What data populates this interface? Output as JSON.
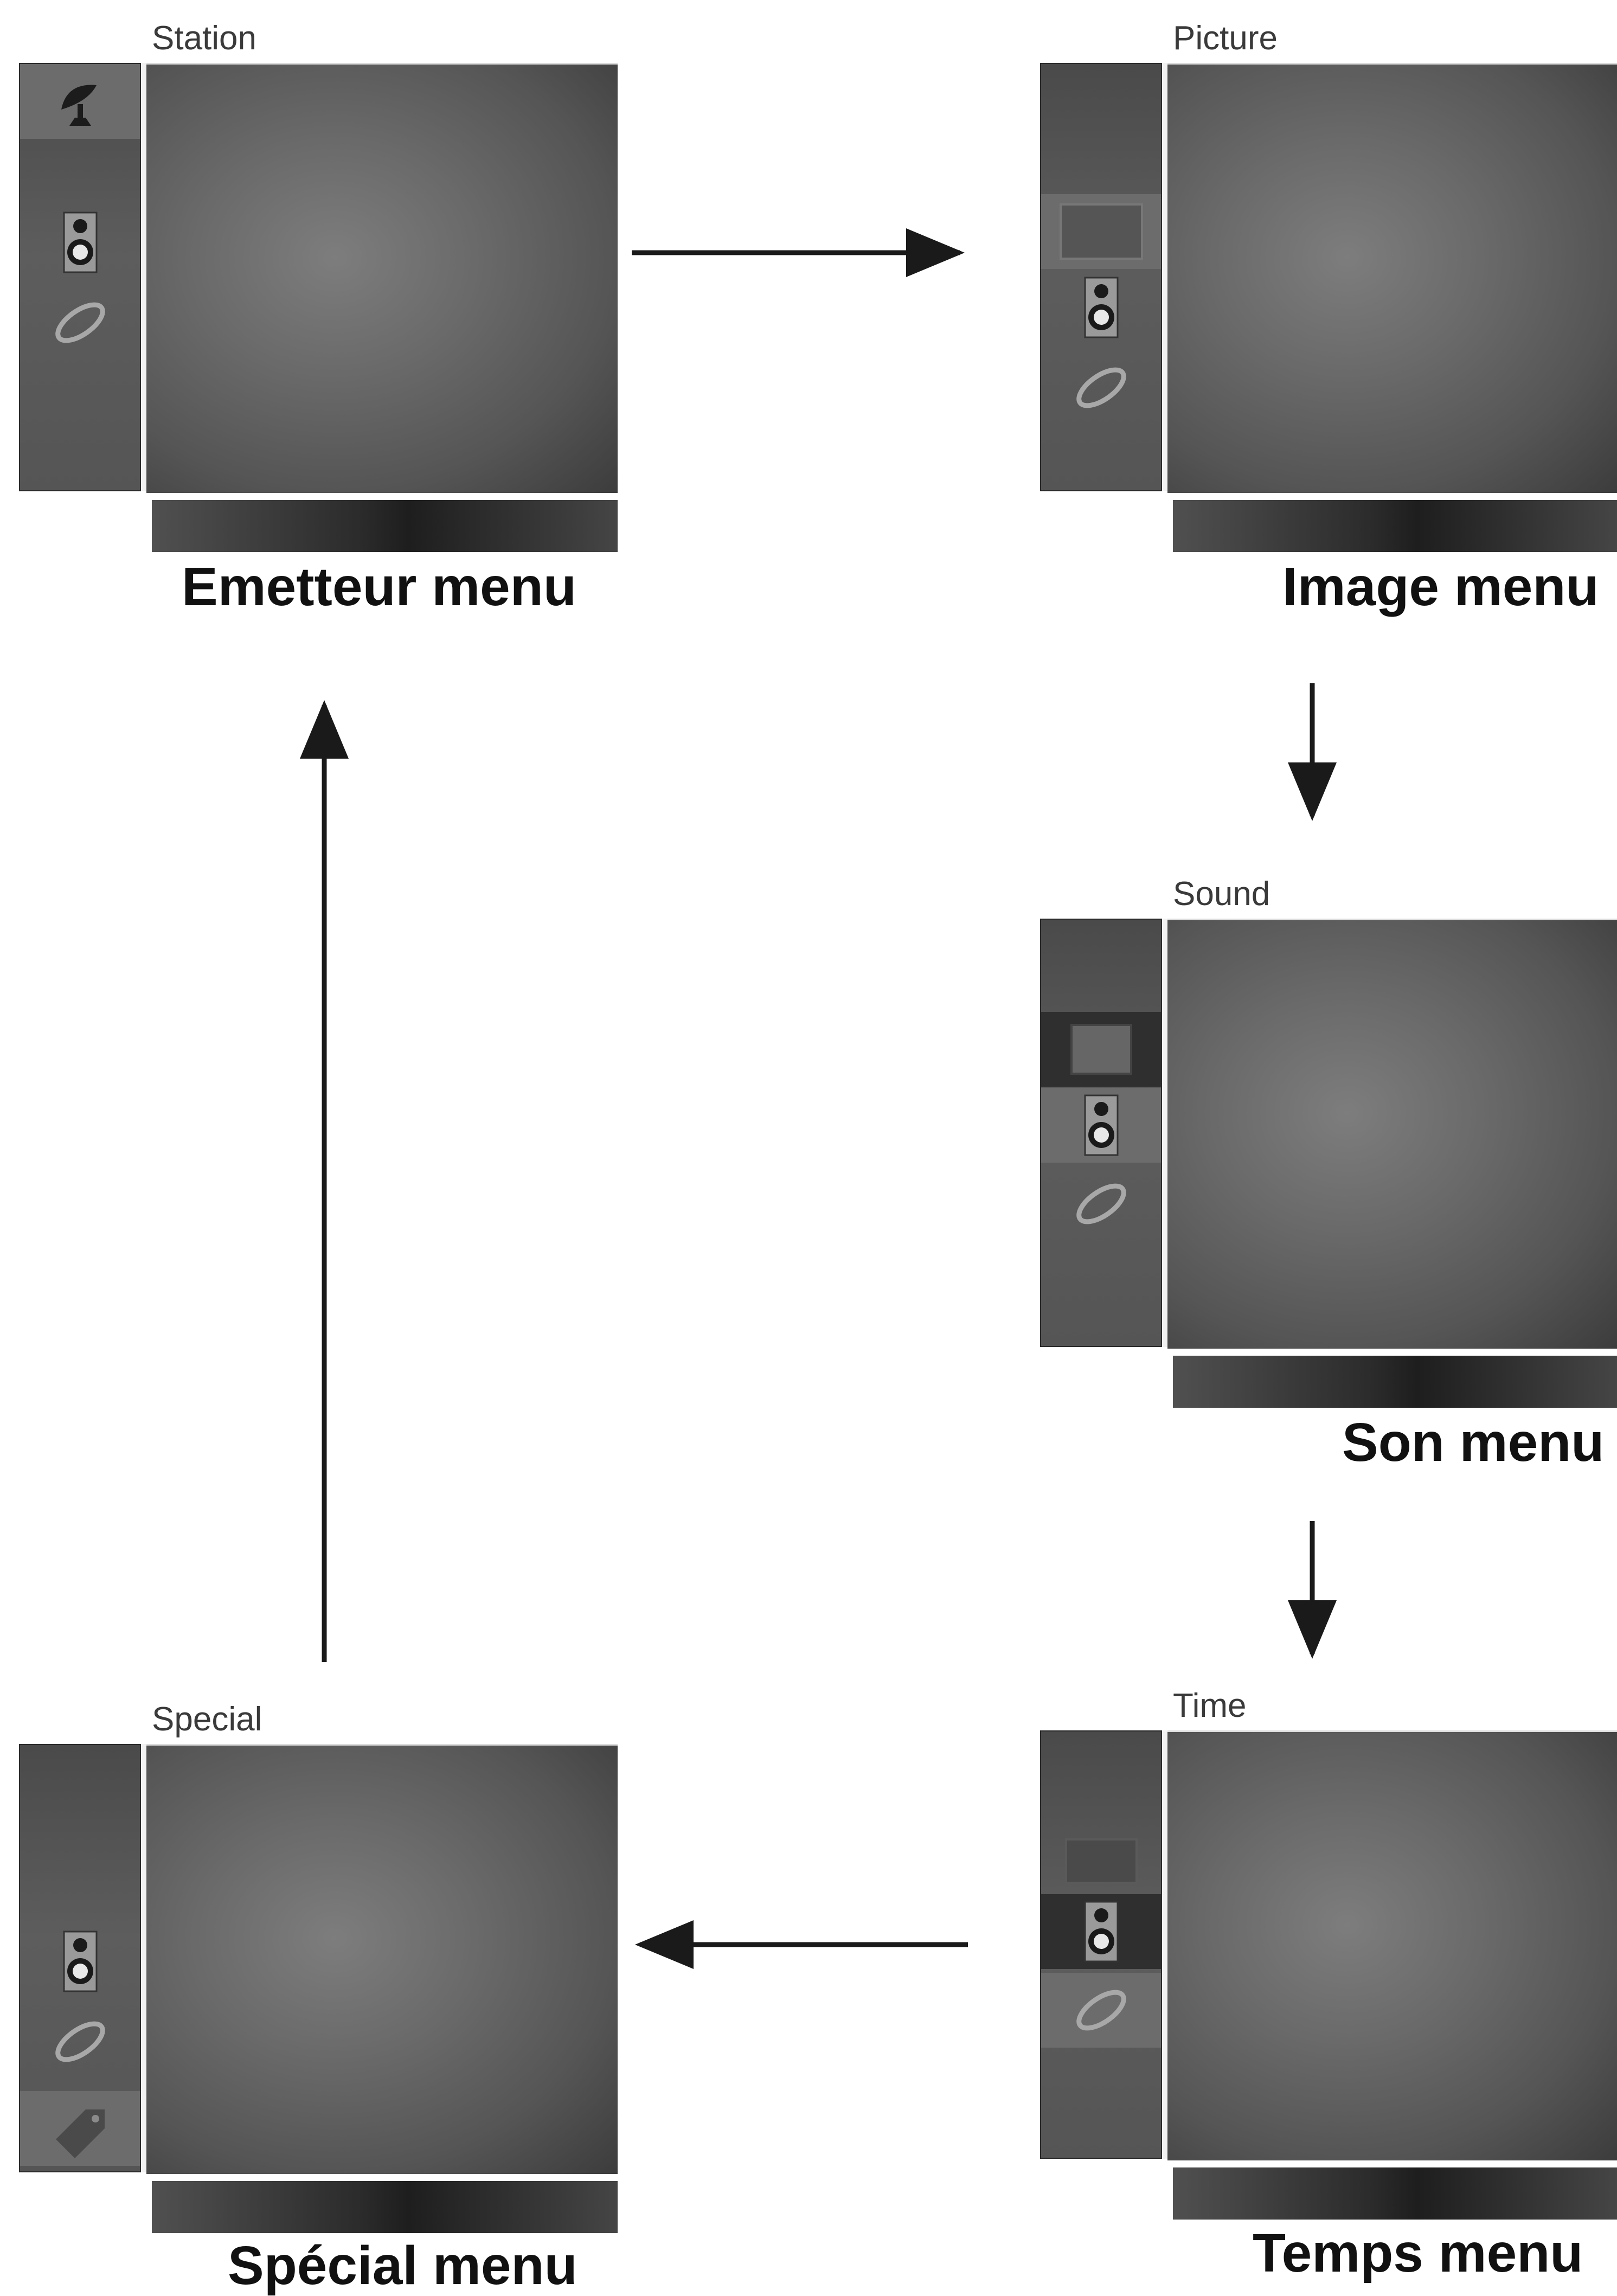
{
  "menus": {
    "station": {
      "title": "Station",
      "caption": "Emetteur menu"
    },
    "picture": {
      "title": "Picture",
      "caption": "Image menu"
    },
    "sound": {
      "title": "Sound",
      "caption": "Son menu"
    },
    "time": {
      "title": "Time",
      "caption": "Temps menu"
    },
    "special": {
      "title": "Special",
      "caption": "Spécial menu"
    }
  },
  "icons": [
    "satellite-dish-icon",
    "picture-icon",
    "speaker-icon",
    "ring-icon",
    "tag-icon"
  ]
}
